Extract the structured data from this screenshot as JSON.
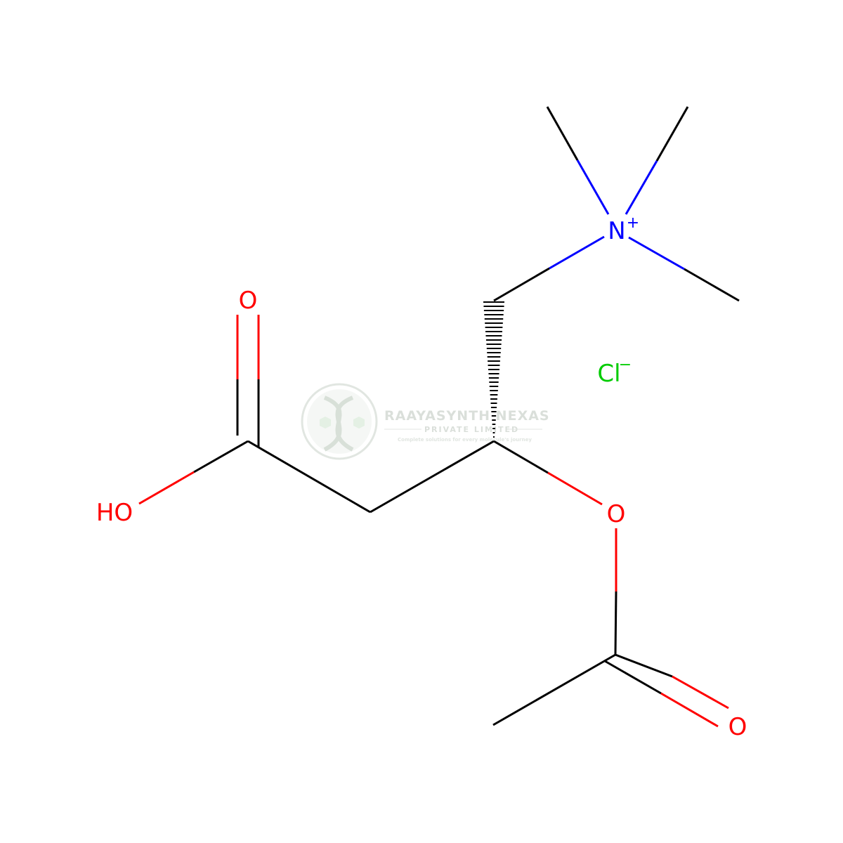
{
  "structure": {
    "atoms": {
      "n_plus": {
        "symbol": "N",
        "charge": "+",
        "color": "#0000ff"
      },
      "chloride": {
        "symbol": "Cl",
        "charge": "−",
        "color": "#00cc00"
      },
      "carbonyl_o_acid": {
        "symbol": "O",
        "color": "#ff0000"
      },
      "hydroxyl": {
        "symbol": "HO",
        "color": "#ff0000"
      },
      "ester_o": {
        "symbol": "O",
        "color": "#ff0000"
      },
      "carbonyl_o_acetyl": {
        "symbol": "O",
        "color": "#ff0000"
      }
    },
    "bond_color": "#000000"
  },
  "watermark": {
    "title": "RAAYASYNTH NEXAS",
    "subtitle": "PRIVATE LIMITED",
    "tagline": "Complete solutions for every molecule's journey",
    "logo_icon": "dna-helix-icon",
    "color": "#c8d2c8"
  }
}
